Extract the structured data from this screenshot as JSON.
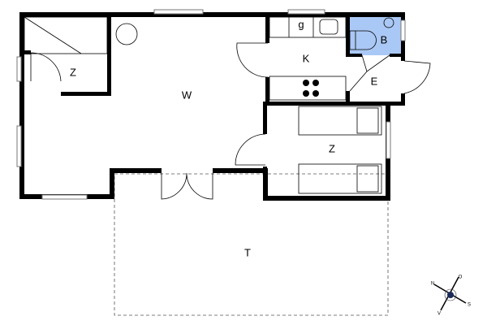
{
  "rooms": {
    "storage_left": "Z",
    "living": "W",
    "kitchen_g": "g",
    "kitchen": "K",
    "bath": "B",
    "entry": "E",
    "bedroom": "Z",
    "terrace": "T"
  },
  "compass": {
    "n": "N",
    "o": "O",
    "s": "S",
    "v": "V"
  },
  "colors": {
    "wall": "#000000",
    "bath_fill": "#aac8f5"
  }
}
